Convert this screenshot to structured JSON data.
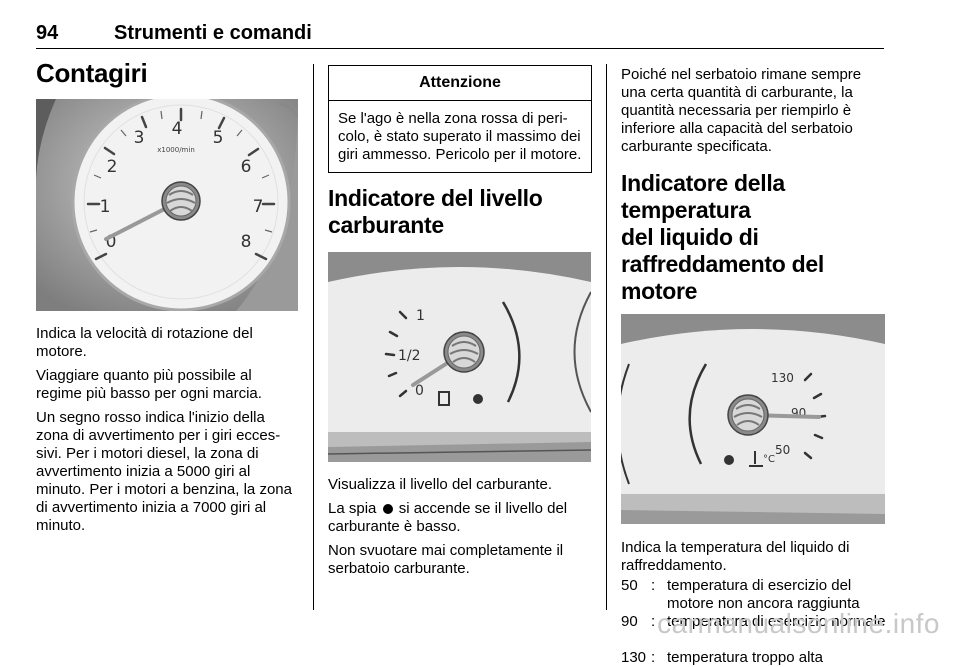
{
  "header": {
    "page_number": "94",
    "running_title": "Strumenti e comandi"
  },
  "tachometer": {
    "heading": "Contagiri",
    "scale_label": "x1000/min",
    "dial_numbers": [
      "0",
      "1",
      "2",
      "3",
      "4",
      "5",
      "6",
      "7",
      "8"
    ],
    "paragraphs": [
      "Indica la velocità di rotazione del motore.",
      "Viaggiare quanto più possibile al regime più basso per ogni marcia.",
      "Un segno rosso indica l'inizio della zona di avvertimento per i giri ecces-sivi. Per i motori diesel, la zona di avvertimento inizia a 5000 giri al minuto. Per i motori a benzina, la zona di avvertimento inizia a 7000 giri al minuto."
    ]
  },
  "warning": {
    "title": "Attenzione",
    "text": "Se l'ago è nella zona rossa di peri-colo, è stato superato il massimo dei giri ammesso. Pericolo per il motore."
  },
  "fuel": {
    "heading_line1": "Indicatore del livello",
    "heading_line2": "carburante",
    "gauge_labels": [
      "1",
      "1/2",
      "0"
    ],
    "p1": "Visualizza il livello del carburante.",
    "p2_before": "La spia",
    "p2_after": "si accende se il livello del carburante è basso.",
    "p3": "Non svuotare mai completamente il serbatoio carburante."
  },
  "coolant": {
    "intro": "Poiché nel serbatoio rimane sempre una certa quantità di carburante, la quantità necessaria per riempirlo è inferiore alla capacità del serbatoio carburante specificata.",
    "heading_line1": "Indicatore della temperatura",
    "heading_line2": "del liquido di",
    "heading_line3": "raffreddamento del motore",
    "gauge_labels": [
      "130",
      "90",
      "50"
    ],
    "unit_label": "°C",
    "description": "Indica la temperatura del liquido di raffreddamento.",
    "legend": [
      {
        "key": "50",
        "value": "temperatura di esercizio del motore non ancora raggiunta"
      },
      {
        "key": "90",
        "value": "temperatura di esercizio normale"
      },
      {
        "key": "130",
        "value": "temperatura troppo alta"
      }
    ]
  },
  "watermark": "carmanualsonline.info"
}
